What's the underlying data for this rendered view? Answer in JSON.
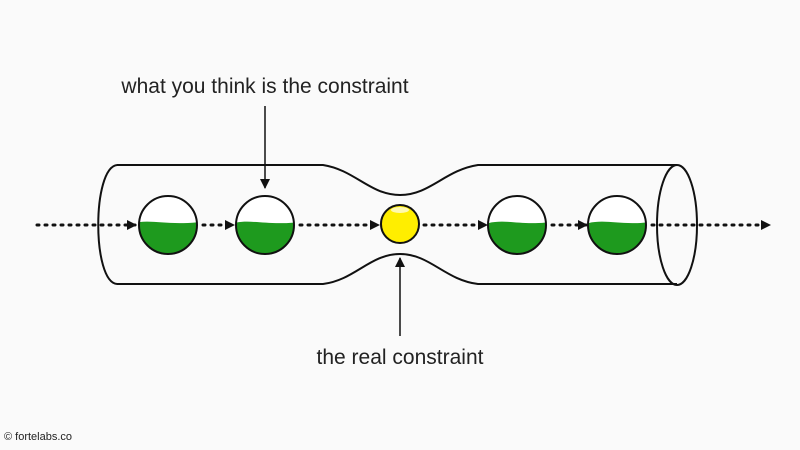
{
  "labels": {
    "perceived": "what you think is the constraint",
    "real": "the real constraint"
  },
  "credit": "© fortelabs.co",
  "colors": {
    "background": "#fafafa",
    "stroke": "#111111",
    "green_fill": "#1e9a1e",
    "yellow_fill": "#ffee00"
  },
  "stages": [
    {
      "kind": "station",
      "fill": "green"
    },
    {
      "kind": "station",
      "fill": "green"
    },
    {
      "kind": "bottleneck",
      "fill": "yellow"
    },
    {
      "kind": "station",
      "fill": "green"
    },
    {
      "kind": "station",
      "fill": "green"
    }
  ]
}
